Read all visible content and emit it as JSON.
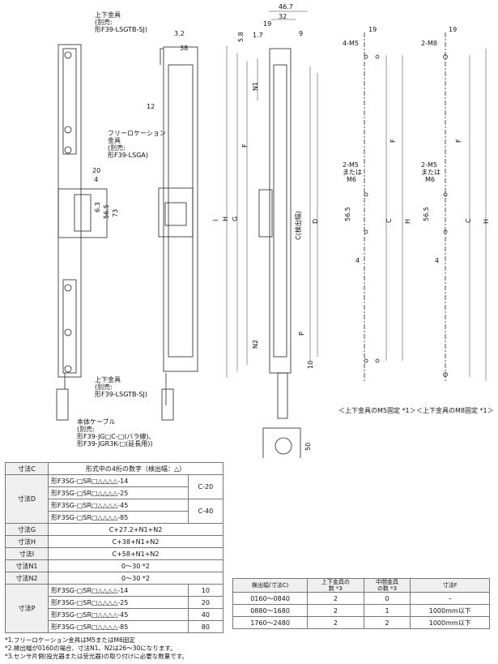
{
  "labels": {
    "upper_bracket_top": [
      "上下金具",
      "(別売:",
      "形F39-LSGTB-SJ)"
    ],
    "free_location": [
      "フリーロケーション",
      "金具",
      "(別売:",
      "形F39-LSGA)"
    ],
    "upper_bracket_bottom": [
      "上下金具",
      "(別売:",
      "形F39-LSGTB-SJ)"
    ],
    "cable": [
      "本体ケーブル",
      "(別売:",
      "形F39-JG□C-□(バラ線)、",
      "形F39-JGR3K-□(延長用))"
    ],
    "view_m5": "＜上下金具のM5固定 *1＞",
    "view_m8": "＜上下金具のM8固定 *1＞"
  },
  "dims": {
    "d3_2": "3.2",
    "d38": "38",
    "d12": "12",
    "d20": "20",
    "d4": "4",
    "d6_3": "6.3",
    "d56_5": "56.5",
    "d73": "73",
    "d46_7": "46.7",
    "d32": "32",
    "d19": "19",
    "d1_7": "1.7",
    "d5_8": "5.8",
    "d9": "9",
    "n1": "N1",
    "f": "F",
    "d": "D",
    "g": "G",
    "h": "H",
    "i": "I",
    "c_detect": "C(検出幅)",
    "n2": "N2",
    "p": "P",
    "d10": "10",
    "d50": "50",
    "m5_4": "4-M5",
    "m5_19": "19",
    "m5_2": "2-M5",
    "m5_or": "または",
    "m5_m6": "M6",
    "m5_565": "56.5",
    "m5_c": "C",
    "m5_4b": "4",
    "m5_f": "F",
    "m5_h": "H",
    "m8_2": "2-M8",
    "m8_19": "19",
    "m8_2m5": "2-M5",
    "m8_or": "または",
    "m8_m6": "M6",
    "m8_565": "56.5",
    "m8_c": "C",
    "m8_4": "4",
    "m8_f": "F",
    "m8_h": "H"
  },
  "table1": {
    "rows": [
      {
        "h": "寸法C",
        "a": "形式中の4桁の数字（検出幅：△）",
        "b": ""
      },
      {
        "h": "寸法D",
        "a": "形F3SG-□SR□△△△△-14",
        "b": "C-20"
      },
      {
        "h": "",
        "a": "形F3SG-□SR□△△△△-25",
        "b": ""
      },
      {
        "h": "",
        "a": "形F3SG-□SR□△△△△-45",
        "b": "C-40"
      },
      {
        "h": "",
        "a": "形F3SG-□SR□△△△△-85",
        "b": ""
      },
      {
        "h": "寸法G",
        "a": "C+27.2+N1+N2",
        "b": ""
      },
      {
        "h": "寸法H",
        "a": "C+38+N1+N2",
        "b": ""
      },
      {
        "h": "寸法I",
        "a": "C+58+N1+N2",
        "b": ""
      },
      {
        "h": "寸法N1",
        "a": "0～30 *2",
        "b": ""
      },
      {
        "h": "寸法N2",
        "a": "0～30 *2",
        "b": ""
      },
      {
        "h": "寸法P",
        "a": "形F3SG-□SR□△△△△-14",
        "b": "10"
      },
      {
        "h": "",
        "a": "形F3SG-□SR□△△△△-25",
        "b": "20"
      },
      {
        "h": "",
        "a": "形F3SG-□SR□△△△△-45",
        "b": "40"
      },
      {
        "h": "",
        "a": "形F3SG-□SR□△△△△-85",
        "b": "80"
      }
    ]
  },
  "table2": {
    "headers": [
      "検出幅(寸法C)",
      "上下金具の\n数 *3",
      "中間金具\nの数 *3",
      "寸法F"
    ],
    "rows": [
      [
        "0160～0840",
        "2",
        "0",
        "–"
      ],
      [
        "0880～1680",
        "2",
        "1",
        "1000mm以下"
      ],
      [
        "1760～2480",
        "2",
        "2",
        "1000mm以下"
      ]
    ]
  },
  "notes": [
    "*1.フリーロケーション金具はM5またはM6固定",
    "*2.検出幅が0160の場合、寸法N1、N2は26～30になります。",
    "*3.センサ片側(投光器または受光器)の取り付けに必要な数量です。"
  ]
}
